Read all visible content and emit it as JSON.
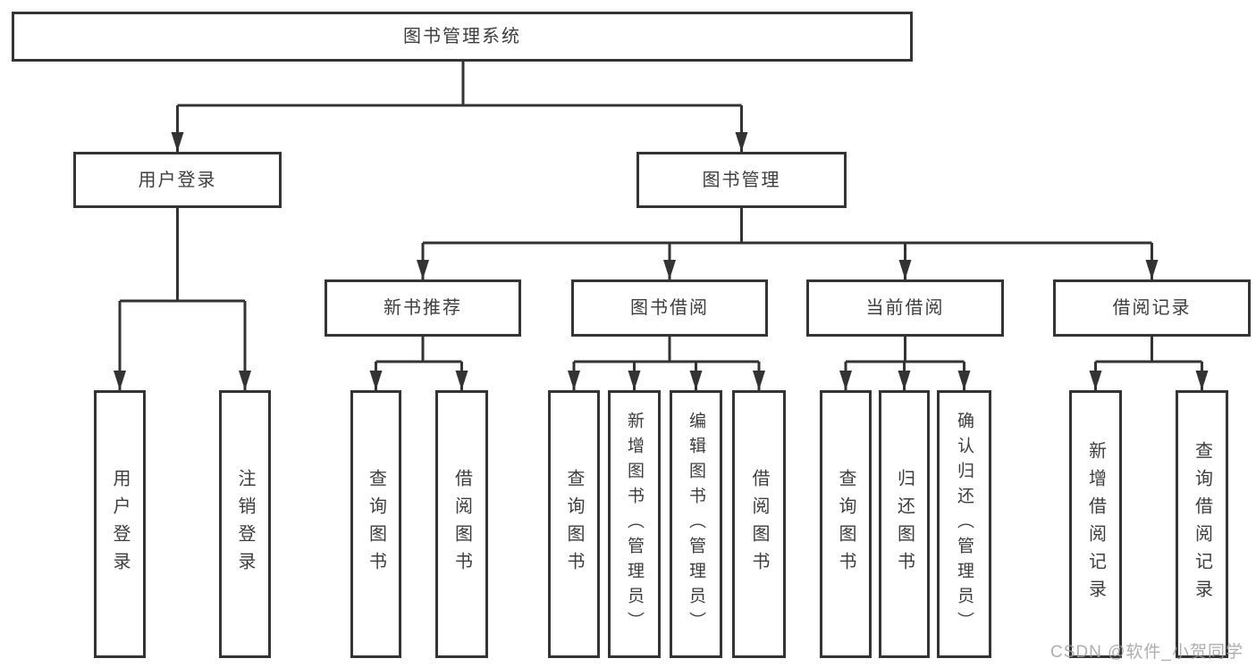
{
  "tree": {
    "root_label": "图书管理系统",
    "branches": [
      {
        "label": "用户登录",
        "children": [
          "用户登录",
          "注销登录"
        ]
      },
      {
        "label": "图书管理",
        "modules": [
          {
            "label": "新书推荐",
            "children": [
              "查询图书",
              "借阅图书"
            ]
          },
          {
            "label": "图书借阅",
            "children": [
              "查询图书",
              "新增图书（管理员）",
              "编辑图书（管理员）",
              "借阅图书"
            ]
          },
          {
            "label": "当前借阅",
            "children": [
              "查询图书",
              "归还图书",
              "确认归还（管理员）"
            ]
          },
          {
            "label": "借阅记录",
            "children": [
              "新增借阅记录",
              "查询借阅记录"
            ]
          }
        ]
      }
    ]
  },
  "watermark": "CSDN @软件_小贺同学",
  "colors": {
    "line": "#333333",
    "box_border": "#343434",
    "text": "#3d3d3d",
    "watermark": "#a0a0a0",
    "background": "#ffffff"
  }
}
